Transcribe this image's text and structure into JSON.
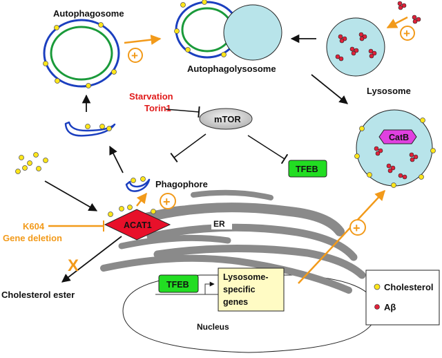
{
  "labels": {
    "autophagosome": "Autophagosome",
    "autophagolysosome": "Autophagolysosome",
    "lysosome": "Lysosome",
    "phagophore": "Phagophore",
    "er": "ER",
    "nucleus": "Nucleus",
    "cholesterol_ester": "Cholesterol ester",
    "mtor": "mTOR",
    "acat1": "ACAT1",
    "tfeb": "TFEB",
    "catb": "CatB",
    "genes_box": [
      "Lysosome-",
      "specific",
      "genes"
    ],
    "starvation": "Starvation",
    "torin1": "Torin1",
    "k604": "K604",
    "gene_deletion": "Gene deletion",
    "plus": "+",
    "x_mark": "X"
  },
  "legend": {
    "cholesterol": "Cholesterol",
    "abeta": "Aβ"
  },
  "colors": {
    "membrane_blue": "#1b3fbf",
    "membrane_green": "#1a9a3a",
    "lysosome_fill": "#b8e4ea",
    "cholesterol_yellow": "#ffe61a",
    "abeta_red": "#e0223a",
    "acat1_red": "#e8102a",
    "tfeb_green": "#22dd22",
    "catb_magenta": "#e040e0",
    "er_gray": "#8a8a8a",
    "orange": "#f29a1a",
    "label_red": "#e01a1a",
    "genes_box_fill": "#fffbc4"
  }
}
